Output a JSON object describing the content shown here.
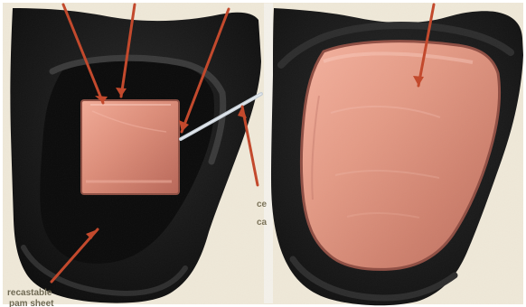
{
  "image": {
    "left_panel": {
      "callout_fragment_right_top": "ce",
      "callout_fragment_right_bottom": "ca",
      "callout_fragment_bottom_top": "recastable",
      "callout_fragment_bottom_bottom": "pam sheet"
    },
    "colors": {
      "paper": "#efe8d8",
      "black_foam": "#171717",
      "copper_light": "#f1a08d",
      "copper_mid": "#d67f6d",
      "copper_dark": "#9b5144",
      "arrow_red": "#c3472a",
      "wire": "#bfc7cf"
    }
  }
}
